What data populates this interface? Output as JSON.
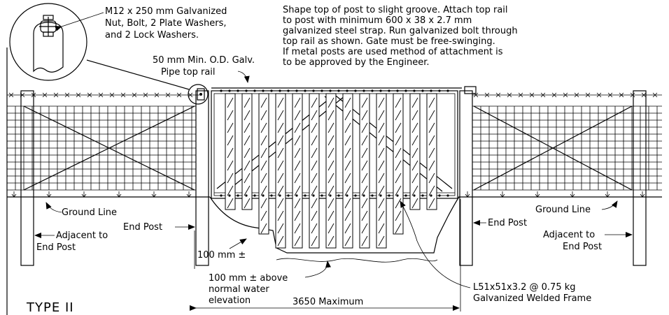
{
  "labels": {
    "bolt_note": [
      "M12 x 250 mm Galvanized",
      "Nut, Bolt, 2 Plate Washers,",
      "and 2 Lock Washers."
    ],
    "top_note": [
      "Shape top of post to slight groove. Attach top rail",
      "to post with minimum  600 x 38 x 2.7 mm",
      "galvanized steel strap. Run galvanized bolt through",
      "top rail as shown. Gate must be free-swinging.",
      "If metal posts are used method of attachment is",
      "to be approved by the Engineer."
    ],
    "pipe_rail": [
      "50 mm Min. O.D. Galv.",
      "Pipe top rail"
    ],
    "ground_line_left": "Ground Line",
    "ground_line_right": "Ground Line",
    "end_post_left": "End Post",
    "end_post_right": "End Post",
    "adjacent_left": [
      "Adjacent to",
      "End Post"
    ],
    "adjacent_right": [
      "Adjacent to",
      "End Post"
    ],
    "clearance": "100 mm  ±",
    "water": [
      "100 mm  ± above",
      "normal water",
      "elevation"
    ],
    "span": "3650 Maximum",
    "frame": [
      "L51x51x3.2 @ 0.75 kg",
      "Galvanized Welded Frame"
    ],
    "title": "TYPE  II"
  }
}
